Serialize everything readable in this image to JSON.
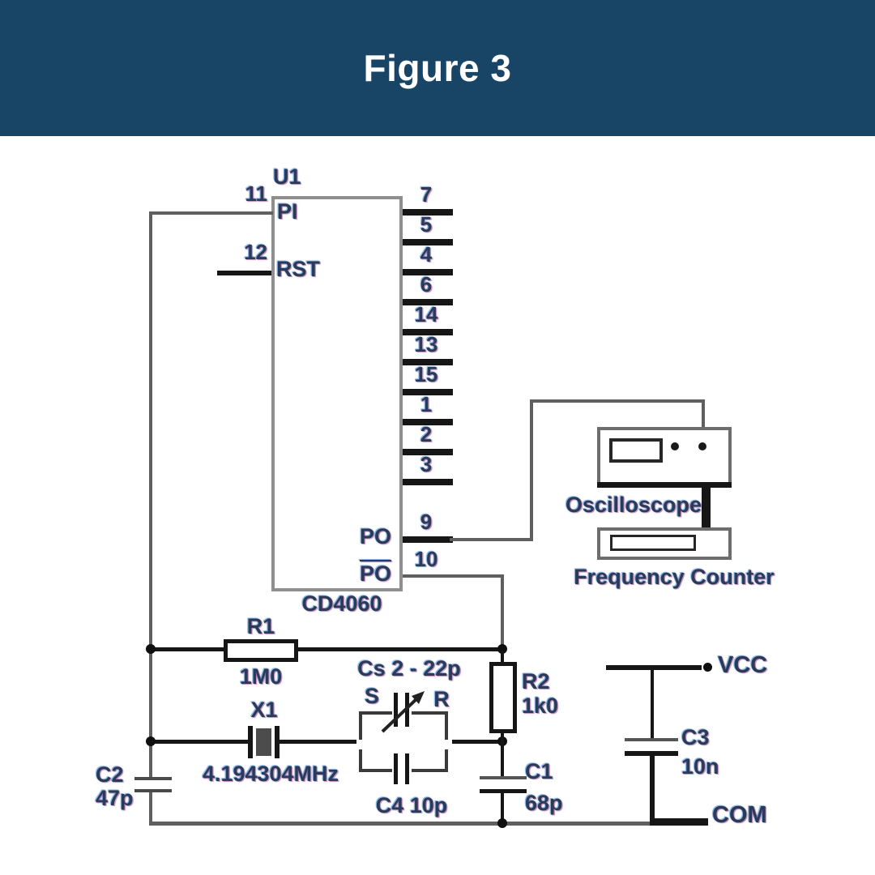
{
  "header": {
    "title": "Figure 3",
    "bg": "#184566",
    "fg": "#ffffff"
  },
  "ic": {
    "ref_des": "U1",
    "part_number": "CD4060",
    "left_pins": [
      {
        "num": "11",
        "name": "PI"
      },
      {
        "num": "12",
        "name": "RST"
      }
    ],
    "right_pins": [
      "7",
      "5",
      "4",
      "6",
      "14",
      "13",
      "15",
      "1",
      "2",
      "3"
    ],
    "output_pins": [
      {
        "num": "9",
        "name": "PO",
        "inverted": false
      },
      {
        "num": "10",
        "name": "PO",
        "inverted": true
      }
    ]
  },
  "components": {
    "r1": {
      "ref": "R1",
      "value": "1M0"
    },
    "r2": {
      "ref": "R2",
      "value": "1k0"
    },
    "c1": {
      "ref": "C1",
      "value": "68p"
    },
    "c2": {
      "ref": "C2",
      "value": "47p"
    },
    "c3": {
      "ref": "C3",
      "value": "10n"
    },
    "c4": {
      "label": "C4 10p"
    },
    "cs": {
      "label": "Cs 2 - 22p",
      "start_mark": "S",
      "end_mark": "R"
    },
    "x1": {
      "ref": "X1",
      "value": "4.194304MHz"
    }
  },
  "instruments": {
    "oscilloscope": "Oscilloscope",
    "frequency_counter": "Frequency Counter"
  },
  "power": {
    "vcc": "VCC",
    "com": "COM"
  }
}
